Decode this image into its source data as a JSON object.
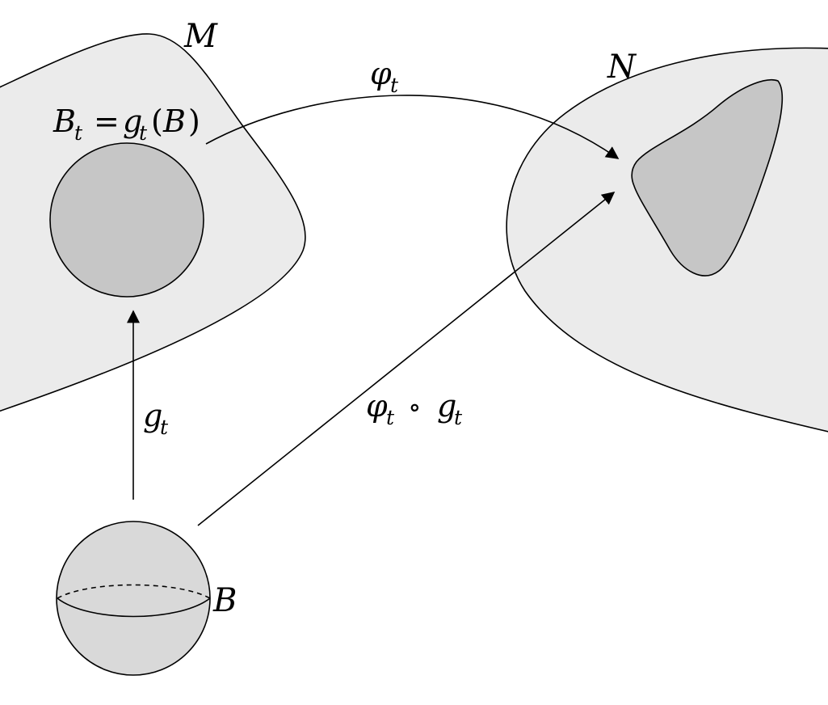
{
  "colors": {
    "region_fill": "#ebebeb",
    "subregion_fill": "#c6c6c6",
    "ball_fill": "#d9d9d9",
    "stroke": "#000000",
    "background": "#ffffff"
  },
  "labels": {
    "manifold_m": "M",
    "manifold_n": "N",
    "bt_main": "B",
    "bt_sub": "t",
    "bt_eq": "=",
    "bt_g": "g",
    "bt_g_sub": "t",
    "bt_paren_open": "(",
    "bt_arg": "B",
    "bt_paren_close": ")",
    "phi_main": "φ",
    "phi_sub": "t",
    "gt_main": "g",
    "gt_sub": "t",
    "comp_phi": "φ",
    "comp_phi_sub": "t",
    "comp_circ": "∘",
    "comp_g": "g",
    "comp_g_sub": "t",
    "ball": "B"
  }
}
